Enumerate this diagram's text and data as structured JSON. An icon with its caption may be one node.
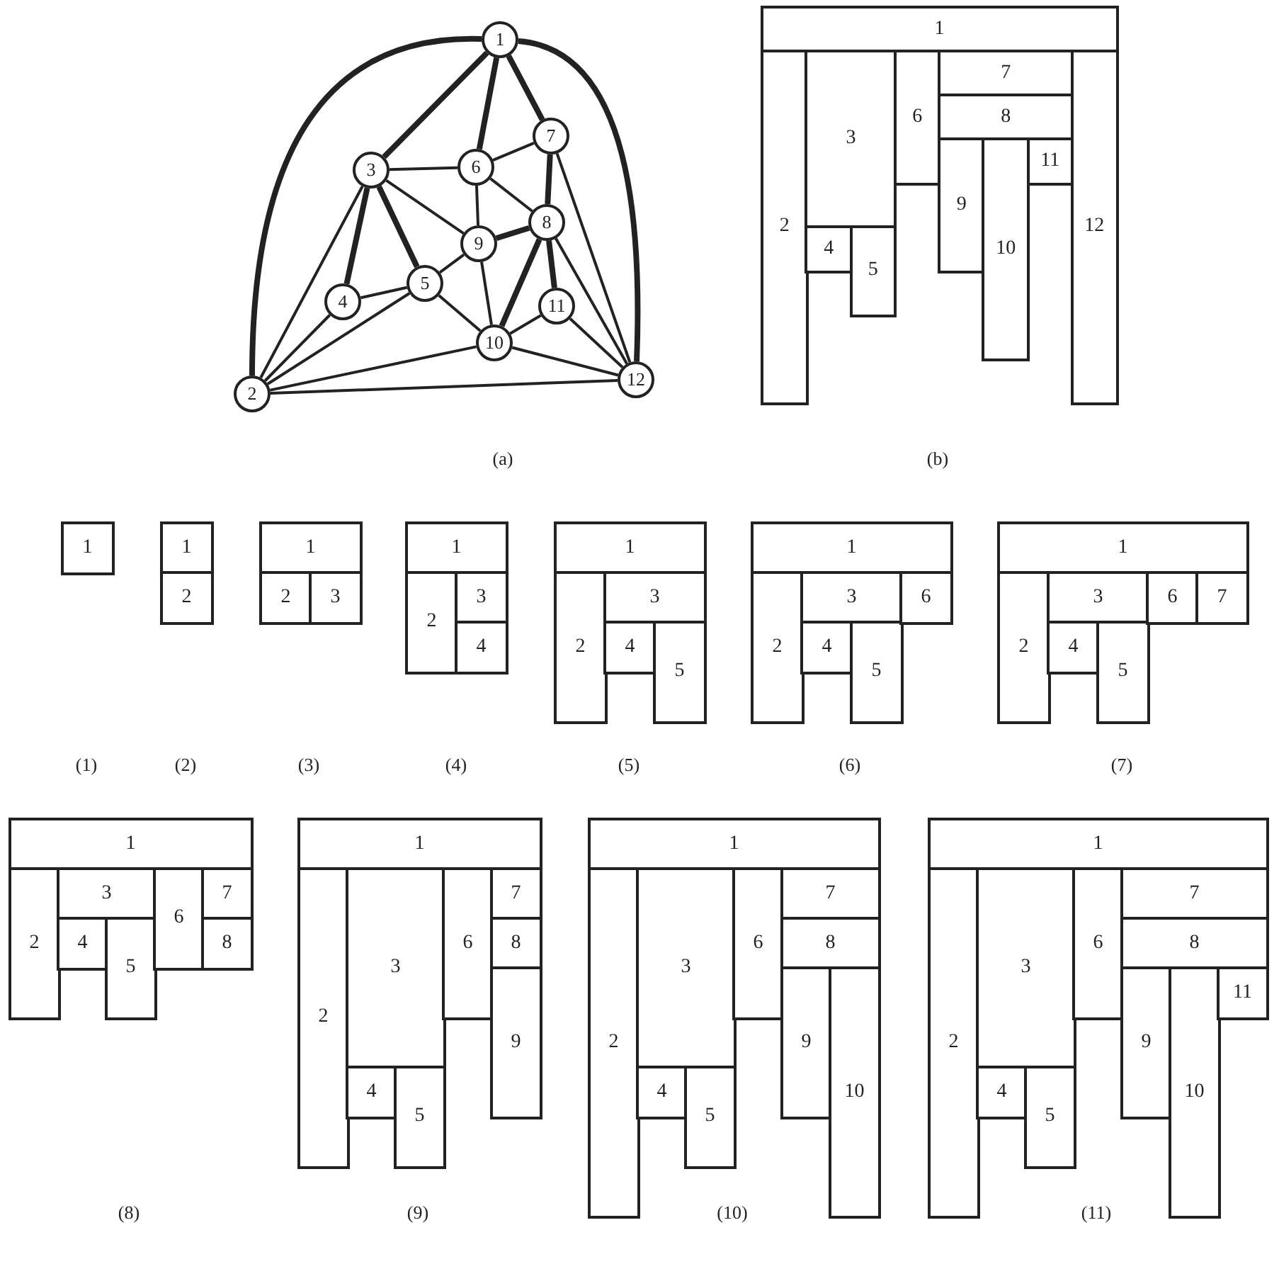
{
  "diagram": {
    "nodes": [
      {
        "text": [
          "1"
        ]
      },
      {
        "text": [
          "2"
        ]
      },
      {
        "text": [
          "3"
        ]
      },
      {
        "text": [
          "4"
        ]
      },
      {
        "text": [
          "5"
        ]
      },
      {
        "text": [
          "6"
        ]
      },
      {
        "text": [
          "7"
        ]
      },
      {
        "text": [
          "8"
        ]
      },
      {
        "text": [
          "9"
        ]
      },
      {
        "text": [
          "10"
        ]
      },
      {
        "text": [
          "11"
        ]
      },
      {
        "text": [
          "12"
        ]
      },
      {
        "text": [
          "1"
        ]
      },
      {
        "text": [
          "2"
        ]
      },
      {
        "text": [
          "3"
        ]
      },
      {
        "text": [
          "4"
        ]
      },
      {
        "text": [
          "5"
        ]
      },
      {
        "text": [
          "6"
        ]
      },
      {
        "text": [
          "7"
        ]
      },
      {
        "text": [
          "8"
        ]
      },
      {
        "text": [
          "9"
        ]
      },
      {
        "text": [
          "10"
        ]
      },
      {
        "text": [
          "11"
        ]
      },
      {
        "text": [
          "12"
        ]
      },
      {
        "text": [
          "1"
        ]
      },
      {
        "text": [
          "1"
        ]
      },
      {
        "text": [
          "2"
        ]
      },
      {
        "text": [
          "1"
        ]
      },
      {
        "text": [
          "2"
        ]
      },
      {
        "text": [
          "3"
        ]
      },
      {
        "text": [
          "1"
        ]
      },
      {
        "text": [
          "2"
        ]
      },
      {
        "text": [
          "3"
        ]
      },
      {
        "text": [
          "4"
        ]
      },
      {
        "text": [
          "1"
        ]
      },
      {
        "text": [
          "2"
        ]
      },
      {
        "text": [
          "3"
        ]
      },
      {
        "text": [
          "4"
        ]
      },
      {
        "text": [
          "5"
        ]
      },
      {
        "text": [
          "1"
        ]
      },
      {
        "text": [
          "2"
        ]
      },
      {
        "text": [
          "3"
        ]
      },
      {
        "text": [
          "4"
        ]
      },
      {
        "text": [
          "5"
        ]
      },
      {
        "text": [
          "6"
        ]
      },
      {
        "text": [
          "1"
        ]
      },
      {
        "text": [
          "2"
        ]
      },
      {
        "text": [
          "3"
        ]
      },
      {
        "text": [
          "4"
        ]
      },
      {
        "text": [
          "5"
        ]
      },
      {
        "text": [
          "6"
        ]
      },
      {
        "text": [
          "7"
        ]
      },
      {
        "text": [
          "1"
        ]
      },
      {
        "text": [
          "2"
        ]
      },
      {
        "text": [
          "3"
        ]
      },
      {
        "text": [
          "4"
        ]
      },
      {
        "text": [
          "5"
        ]
      },
      {
        "text": [
          "6"
        ]
      },
      {
        "text": [
          "7"
        ]
      },
      {
        "text": [
          "8"
        ]
      },
      {
        "text": [
          "1"
        ]
      },
      {
        "text": [
          "2"
        ]
      },
      {
        "text": [
          "3"
        ]
      },
      {
        "text": [
          "4"
        ]
      },
      {
        "text": [
          "5"
        ]
      },
      {
        "text": [
          "6"
        ]
      },
      {
        "text": [
          "7"
        ]
      },
      {
        "text": [
          "8"
        ]
      },
      {
        "text": [
          "9"
        ]
      },
      {
        "text": [
          "1"
        ]
      },
      {
        "text": [
          "2"
        ]
      },
      {
        "text": [
          "3"
        ]
      },
      {
        "text": [
          "4"
        ]
      },
      {
        "text": [
          "5"
        ]
      },
      {
        "text": [
          "6"
        ]
      },
      {
        "text": [
          "7"
        ]
      },
      {
        "text": [
          "8"
        ]
      },
      {
        "text": [
          "9"
        ]
      },
      {
        "text": [
          "10"
        ]
      },
      {
        "text": [
          "1"
        ]
      },
      {
        "text": [
          "2"
        ]
      },
      {
        "text": [
          "3"
        ]
      },
      {
        "text": [
          "4"
        ]
      },
      {
        "text": [
          "5"
        ]
      },
      {
        "text": [
          "6"
        ]
      },
      {
        "text": [
          "7"
        ]
      },
      {
        "text": [
          "8"
        ]
      },
      {
        "text": [
          "9"
        ]
      },
      {
        "text": [
          "10"
        ]
      },
      {
        "text": [
          "11"
        ]
      }
    ],
    "edges": [
      {
        "from": 0,
        "to": 1,
        "arrow": "none",
        "style": "thick"
      },
      {
        "from": 0,
        "to": 11,
        "arrow": "none",
        "style": "thick"
      },
      {
        "from": 0,
        "to": 2,
        "arrow": "none",
        "style": "thick"
      },
      {
        "from": 0,
        "to": 5,
        "arrow": "none",
        "style": "thick"
      },
      {
        "from": 0,
        "to": 6,
        "arrow": "none",
        "style": "thick"
      },
      {
        "from": 2,
        "to": 5,
        "arrow": "none"
      },
      {
        "from": 2,
        "to": 8,
        "arrow": "none"
      },
      {
        "from": 2,
        "to": 3,
        "arrow": "none",
        "style": "thick"
      },
      {
        "from": 2,
        "to": 4,
        "arrow": "none",
        "style": "thick"
      },
      {
        "from": 2,
        "to": 1,
        "arrow": "none"
      },
      {
        "from": 5,
        "to": 6,
        "arrow": "none"
      },
      {
        "from": 5,
        "to": 8,
        "arrow": "none"
      },
      {
        "from": 5,
        "to": 7,
        "arrow": "none"
      },
      {
        "from": 6,
        "to": 7,
        "arrow": "none",
        "style": "thick"
      },
      {
        "from": 6,
        "to": 11,
        "arrow": "none"
      },
      {
        "from": 7,
        "to": 8,
        "arrow": "none",
        "style": "thick"
      },
      {
        "from": 7,
        "to": 9,
        "arrow": "none",
        "style": "thick"
      },
      {
        "from": 7,
        "to": 10,
        "arrow": "none",
        "style": "thick"
      },
      {
        "from": 7,
        "to": 11,
        "arrow": "none"
      },
      {
        "from": 8,
        "to": 4,
        "arrow": "none"
      },
      {
        "from": 8,
        "to": 9,
        "arrow": "none"
      },
      {
        "from": 3,
        "to": 4,
        "arrow": "none"
      },
      {
        "from": 3,
        "to": 1,
        "arrow": "none"
      },
      {
        "from": 4,
        "to": 1,
        "arrow": "none"
      },
      {
        "from": 4,
        "to": 9,
        "arrow": "none"
      },
      {
        "from": 9,
        "to": 10,
        "arrow": "none"
      },
      {
        "from": 9,
        "to": 1,
        "arrow": "none"
      },
      {
        "from": 9,
        "to": 11,
        "arrow": "none"
      },
      {
        "from": 10,
        "to": 11,
        "arrow": "none"
      },
      {
        "from": 1,
        "to": 11,
        "arrow": "none"
      }
    ],
    "labels": [
      "(a)",
      "(b)",
      "(1)",
      "(2)",
      "(3)",
      "(4)",
      "(5)",
      "(6)",
      "(7)",
      "(8)",
      "(9)",
      "(10)",
      "(11)"
    ]
  }
}
